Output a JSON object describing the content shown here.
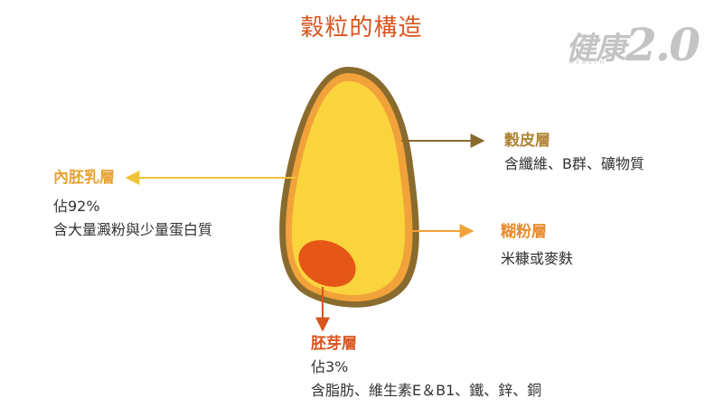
{
  "title": "穀粒的構造",
  "logo": {
    "main": "健康",
    "num": "2.0",
    "sub": "HEALTH"
  },
  "colors": {
    "title": "#d9531e",
    "bran": "#8a6b2e",
    "aleurone": "#f2a23a",
    "endosperm": "#fad43c",
    "germ": "#e65616",
    "bran_label": "#b08436",
    "endosperm_label": "#e7a233",
    "aleurone_label": "#e88b2e",
    "germ_label": "#d9541e"
  },
  "labels": {
    "bran": {
      "name": "穀皮層",
      "desc": "含纖維、B群、礦物質"
    },
    "endosperm": {
      "name": "內胚乳層",
      "line1": "佔92%",
      "line2": "含大量澱粉與少量蛋白質"
    },
    "aleurone": {
      "name": "糊粉層",
      "desc": "米糠或麥麩"
    },
    "germ": {
      "name": "胚芽層",
      "line1": "佔3%",
      "line2": "含脂肪、維生素E＆B1、鐵、鋅、銅"
    }
  }
}
